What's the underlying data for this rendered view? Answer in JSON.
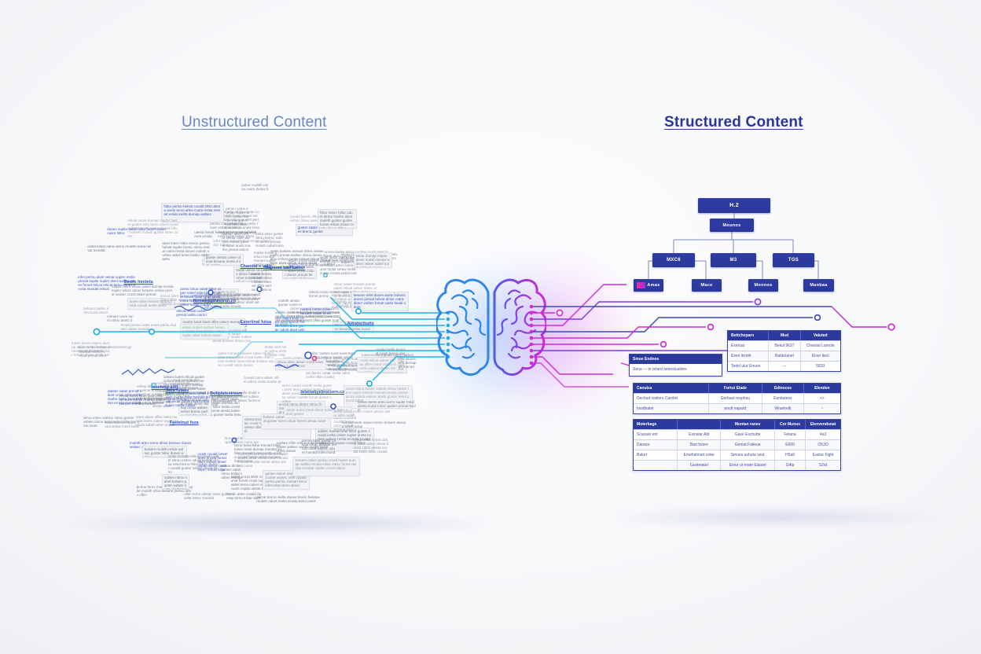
{
  "headings": {
    "left": "Unstructured Content",
    "right": "Structured Content"
  },
  "colors": {
    "heading_left": "#6787c2",
    "heading_right": "#2b3695",
    "indigo_box": "#2d3a9d",
    "cyan_trace": "#25b0e4",
    "blue_brain": "#2e86e8",
    "magenta_trace": "#cf2bd6",
    "purple_trace": "#7a3be0",
    "indigo_trace": "#3f49b5",
    "pink_chip": "#ef2d9b"
  },
  "icons": {
    "center": "brain-icon"
  },
  "org_chart": {
    "root": "H.2",
    "level2": "Mounos",
    "level3": [
      "MXC6",
      "M3",
      "TGS"
    ],
    "level4": [
      "Amas",
      "Mace",
      "Monnos",
      "Manbaa"
    ]
  },
  "tables": {
    "entity": {
      "headers": [
        "Bettcheparn",
        "Mud",
        "Valuted"
      ],
      "rows": [
        [
          "Exeruat",
          "Bekul 9637",
          "Chwolat Lamote"
        ],
        [
          "Exen itrroth",
          "Bahtelanet",
          "Elver itexi"
        ],
        [
          "Tedel ulur Enuen",
          "—",
          "5833"
        ]
      ]
    },
    "endpoints": {
      "title": "Smue Endnos",
      "row": "Sena — ts retard sebestualires"
    },
    "records": {
      "headers": [
        "Canutza",
        "Fortut Elade",
        "Edinoces",
        "Elenden"
      ],
      "rows": [
        [
          "Dechurt visitors Cardrel",
          "Gerbaut resphau",
          "Eenitatexx",
          "<>"
        ],
        [
          "Insidhatel",
          "anult napard",
          "Wruehelti",
          "~"
        ]
      ]
    },
    "catalog": {
      "headers": [
        "Moterbags",
        "",
        "Montan ranee",
        "Cor Munus",
        "Elenvendunat"
      ],
      "rows": [
        [
          "Scarsair ent",
          "Exinslar Abt",
          "Gave Eschutte",
          "Felana",
          "4a3"
        ],
        [
          "Danaro",
          "Bart hvore",
          "Gemat Falieue",
          "E000",
          "O53O"
        ],
        [
          "Balurt",
          "Emehalmart exter",
          "Smues ashuta veut",
          "H5a6",
          "Eastur Fight"
        ],
        [
          "",
          "Gestmatel",
          "Emur ur mate Elautel",
          "G4tp",
          "52rd"
        ]
      ]
    }
  },
  "unstructured": {
    "fragments": [
      "terno",
      "alvet",
      "cusre",
      "mondat",
      "hiltor",
      "besane",
      "tretul",
      "ospan",
      "relicat",
      "dunes",
      "marbe",
      "estion",
      "calver",
      "nitrou",
      "sabel",
      "fornet",
      "ulesta",
      "brenic",
      "tolsar",
      "infet",
      "perlou",
      "anets",
      "crosti",
      "velnar",
      "odunt",
      "hasler",
      "intrec",
      "bolsem",
      "artev",
      "lunet",
      "restia",
      "covald",
      "menart",
      "supler",
      "tindal",
      "erosta",
      "vublen",
      "catris",
      "moleth",
      "abser",
      "dintor",
      "walsec",
      "prenat",
      "oflim",
      "sertav",
      "gunter",
      "helvat",
      "norbes",
      "iselta",
      "durnap"
    ],
    "links": [
      "Adratechurts",
      "Fastelnut foza",
      "Caymore cae carber",
      "htreadrapinrowsn.co",
      "Inechme attli",
      "Payaent lut Tivel",
      "Esterlinal futsa",
      "Bewis hindeta",
      "Chandat e valls",
      "Sata futaes",
      "teteirattyelnorsern.cz",
      "Bullplatsetrewn"
    ]
  }
}
